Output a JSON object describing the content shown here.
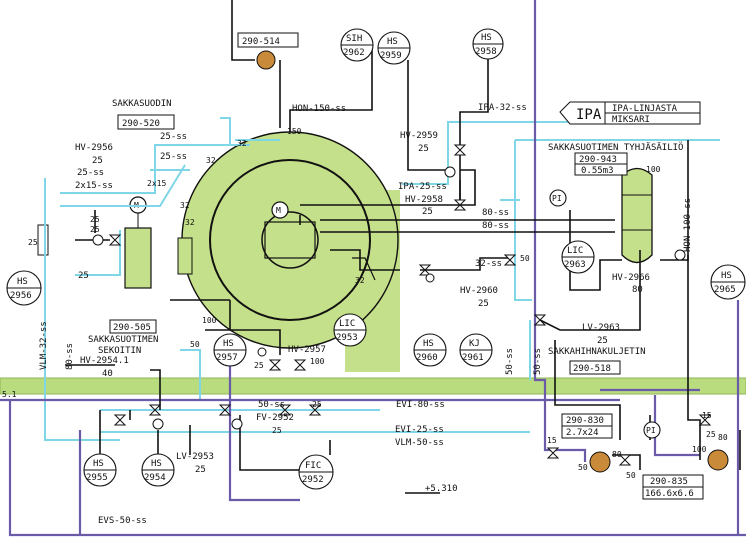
{
  "colors": {
    "green_fill": "#c5e08a",
    "green_band": "#b9dc7e",
    "cyan_line": "#7fd6e6",
    "purple_line": "#6a5aa8",
    "black_line": "#111111",
    "pump_fill": "#c98a3a"
  },
  "labels": {
    "sakkasuodin": "SAKKASUODIN",
    "sakkasuodin_tag": "290-520",
    "tag_290_514": "290-514",
    "hon_150": "HON-150-ss",
    "n150": "150",
    "ipa_32": "IPA-32-ss",
    "ipa": "IPA",
    "ipa_linjasta": "IPA-LINJASTA",
    "miksari": "MIKSARI",
    "hv2959": "HV-2959",
    "hv2959_25": "25",
    "ipa_25": "IPA-25-ss",
    "hv2958": "HV-2958",
    "hv2958_25": "25",
    "n80ss_a": "80-ss",
    "n80ss_b": "80-ss",
    "tank_title": "SAKKASUOTIMEN TYHJÄSÄILIÖ",
    "tank_tag": "290-943",
    "tank_vol": "0.55m3",
    "n100": "100",
    "hon100": "HON-100-ss",
    "hv2966": "HV-2966",
    "hv2966_80": "80",
    "lv2963": "LV-2963",
    "lv2963_25": "25",
    "kuljetin": "SAKKAHIHNAKULJETIN",
    "kuljetin_tag": "290-518",
    "hv2956": "HV-2956",
    "hv2956_25": "25",
    "n25ss_a": "25-ss",
    "n2x15ss": "2x15-ss",
    "n2x15": "2x15",
    "n25ss_b": "25-ss",
    "n25ss_c": "25-ss",
    "n25_left": "25",
    "n25_filter": "25",
    "n32_a": "32",
    "n32_b": "32",
    "n32_c": "32",
    "n32_d": "32",
    "n32ss": "32-ss",
    "n50_top": "50",
    "n32_e": "32",
    "hv2960": "HV-2960",
    "hv2960_25": "25",
    "vlm32": "VLM-32-ss",
    "n80ss_v": "80-ss",
    "n50ss_v1": "50-ss",
    "n50ss_v2": "50-ss",
    "seko_title1": "SAKKASUOTIMEN",
    "seko_title2": "SEKOITIN",
    "hv2954": "HV-2954.1",
    "hv2954_40": "40",
    "seko_tag": "290-505",
    "n100_m": "100",
    "n50_m": "50",
    "hv2957": "HV-2957",
    "n25_hv": "25",
    "n100_hv": "100",
    "n50ss_h": "50-ss",
    "fv2952": "FV-2952",
    "n25_fv": "25",
    "n25_fv2": "25",
    "lv2953": "LV-2953",
    "lv2953_25": "25",
    "evi80": "EVI-80-ss",
    "evi25": "EVI-25-ss",
    "vlm50": "VLM-50-ss",
    "evs50": "EVS-50-ss",
    "n5310": "+5.310",
    "n51": "5.1",
    "pump1_tag": "290-830",
    "pump1_size": "2.7x24",
    "n15_a": "15",
    "n50_pa": "50",
    "n80_pa": "80",
    "n50_pb": "50",
    "pump2_tag": "290-835",
    "pump2_size": "166.6x6.6",
    "n15_b": "15",
    "n100_p2": "100",
    "n80_p2": "80",
    "n25_p2": "25",
    "m_letter": "M",
    "m_letter2": "M",
    "pi_a": "PI",
    "pi_b": "PI",
    "n25ss_d": "25",
    "n25ss_e": "25"
  },
  "instruments": {
    "sih2962": {
      "a": "SIH",
      "b": "2962"
    },
    "hs2959": {
      "a": "HS",
      "b": "2959"
    },
    "hs2958": {
      "a": "HS",
      "b": "2958"
    },
    "hs2956": {
      "a": "HS",
      "b": "2956"
    },
    "lic2963": {
      "a": "LIC",
      "b": "2963"
    },
    "hs2965": {
      "a": "HS",
      "b": "2965"
    },
    "lic2953": {
      "a": "LIC",
      "b": "2953"
    },
    "hs2960": {
      "a": "HS",
      "b": "2960"
    },
    "kj2961": {
      "a": "KJ",
      "b": "2961"
    },
    "hs2957": {
      "a": "HS",
      "b": "2957"
    },
    "hs2955": {
      "a": "HS",
      "b": "2955"
    },
    "hs2954": {
      "a": "HS",
      "b": "2954"
    },
    "fic2952": {
      "a": "FIC",
      "b": "2952"
    }
  }
}
